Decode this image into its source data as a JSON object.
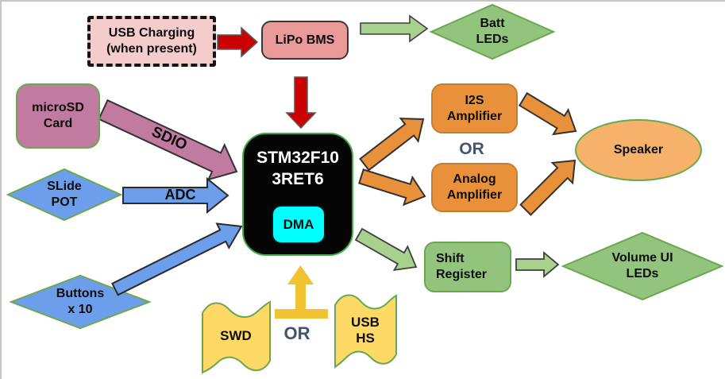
{
  "nodes": {
    "usb_charging": {
      "line1": "USB Charging",
      "line2": "(when present)"
    },
    "lipo_bms": {
      "label": "LiPo BMS"
    },
    "batt_leds": {
      "line1": "Batt",
      "line2": "LEDs"
    },
    "microsd_card": {
      "line1": "microSD",
      "line2": "Card"
    },
    "slide_pot": {
      "line1": "SLide",
      "line2": "POT"
    },
    "buttons": {
      "line1": "Buttons",
      "line2": "x 10"
    },
    "mcu": {
      "line1": "STM32F10",
      "line2": "3RET6"
    },
    "dma": {
      "label": "DMA"
    },
    "i2s_amplifier": {
      "line1": "I2S",
      "line2": "Amplifier"
    },
    "analog_amplifier": {
      "line1": "Analog",
      "line2": "Amplifier"
    },
    "speaker": {
      "label": "Speaker"
    },
    "shift_register": {
      "line1": "Shift",
      "line2": "Register"
    },
    "volume_ui_leds": {
      "line1": "Volume UI",
      "line2": "LEDs"
    },
    "swd": {
      "label": "SWD"
    },
    "usb_hs": {
      "line1": "USB",
      "line2": "HS"
    }
  },
  "labels": {
    "sdio": "SDIO",
    "adc": "ADC",
    "or_amplifier": "OR",
    "or_debug": "OR"
  },
  "colors": {
    "red_arrow": "#cc0000",
    "pink_dashed_box": "#f4cccc",
    "lipo_box": "#ea9999",
    "mauve": "#c27ba0",
    "blue": "#6d9eeb",
    "orange": "#e8913a",
    "speaker_orange": "#f6b26b",
    "green_fill": "#93c47d",
    "green_arrow": "#a9d18e",
    "green_border": "#6aa84f",
    "yellow_fill": "#ffd966",
    "yellow_arrow": "#f1c232",
    "dma_cyan": "#00ffff",
    "mcu_black": "#000000",
    "or_text": "#44546a"
  }
}
